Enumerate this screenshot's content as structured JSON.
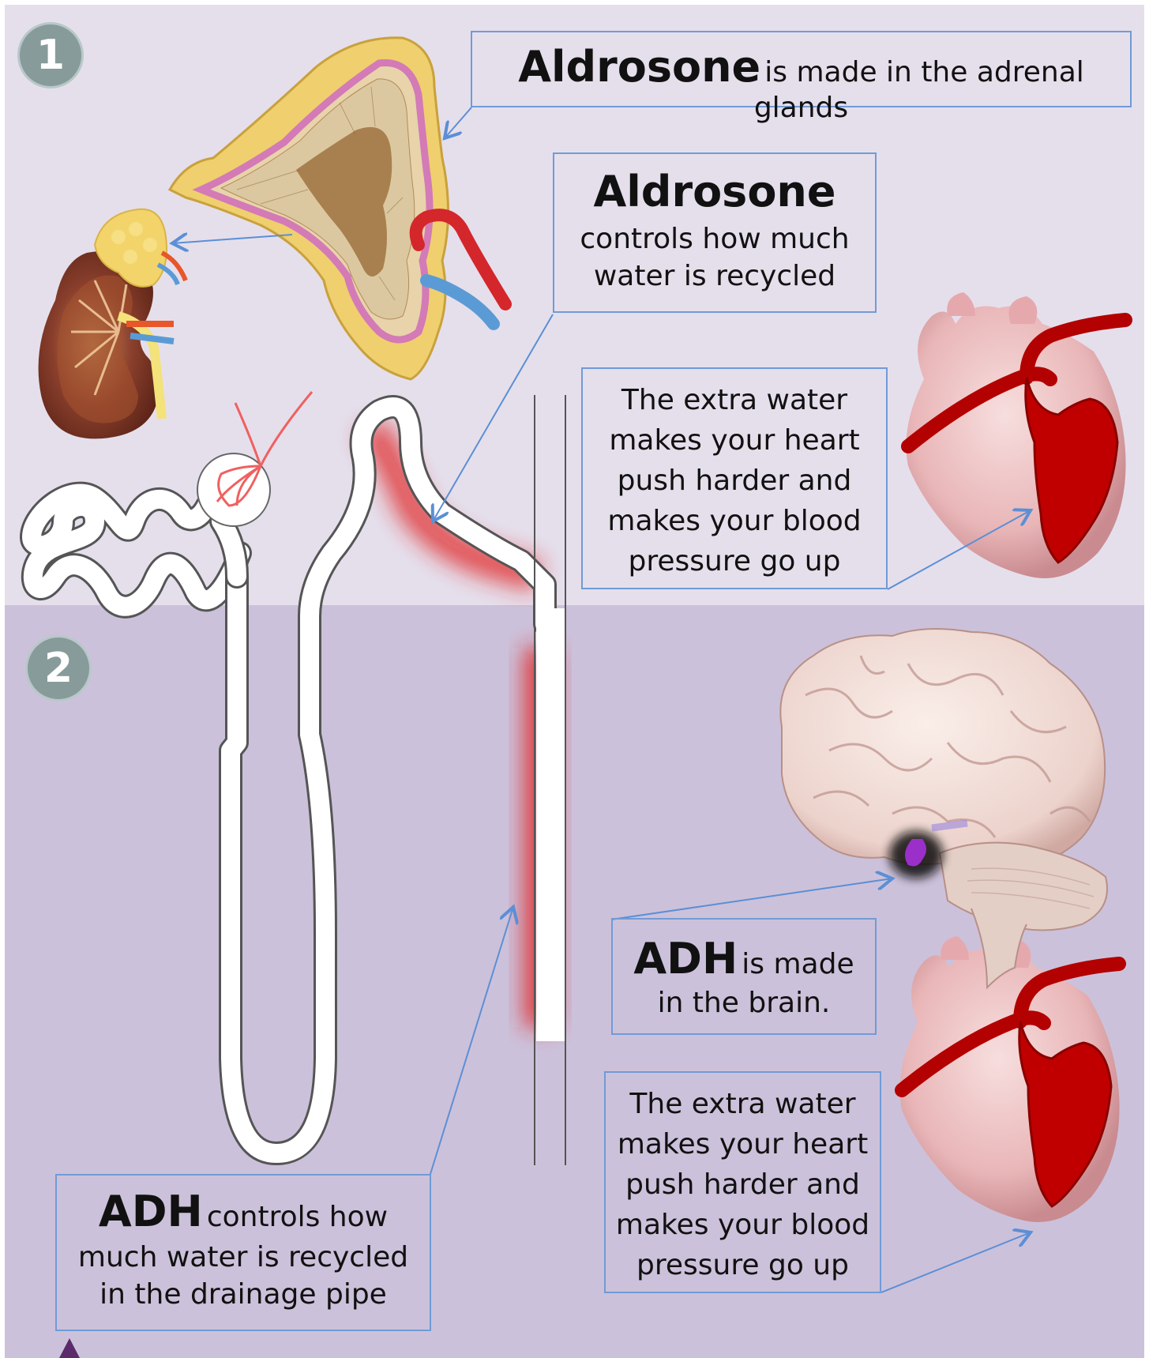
{
  "steps": [
    "1",
    "2"
  ],
  "box_aldrosone_glands": {
    "bold": "Aldrosone",
    "rest": "is made in the adrenal glands"
  },
  "box_aldrosone_controls": {
    "bold": "Aldrosone",
    "lines": [
      "controls how much",
      "water is recycled"
    ]
  },
  "box_heart_top": {
    "lines": [
      "The extra water",
      "makes your heart",
      "push harder and",
      "makes your blood",
      "pressure go up"
    ]
  },
  "box_adh_brain": {
    "bold": "ADH",
    "rest": "is made",
    "line2": "in the brain."
  },
  "box_heart_bottom": {
    "lines": [
      "The extra water",
      "makes your heart",
      "push harder and",
      "makes your blood",
      "pressure go up"
    ]
  },
  "box_adh_controls": {
    "bold": "ADH",
    "rest": "controls how",
    "lines": [
      "much water is recycled",
      "in the drainage pipe"
    ]
  },
  "colors": {
    "top_panel": "#e5dfec",
    "bottom_panel": "#ccc1da",
    "box_border": "#6f9bd6",
    "artery_red": "#c00000",
    "glow_red": "#e02020",
    "badge": "#889b9b"
  }
}
